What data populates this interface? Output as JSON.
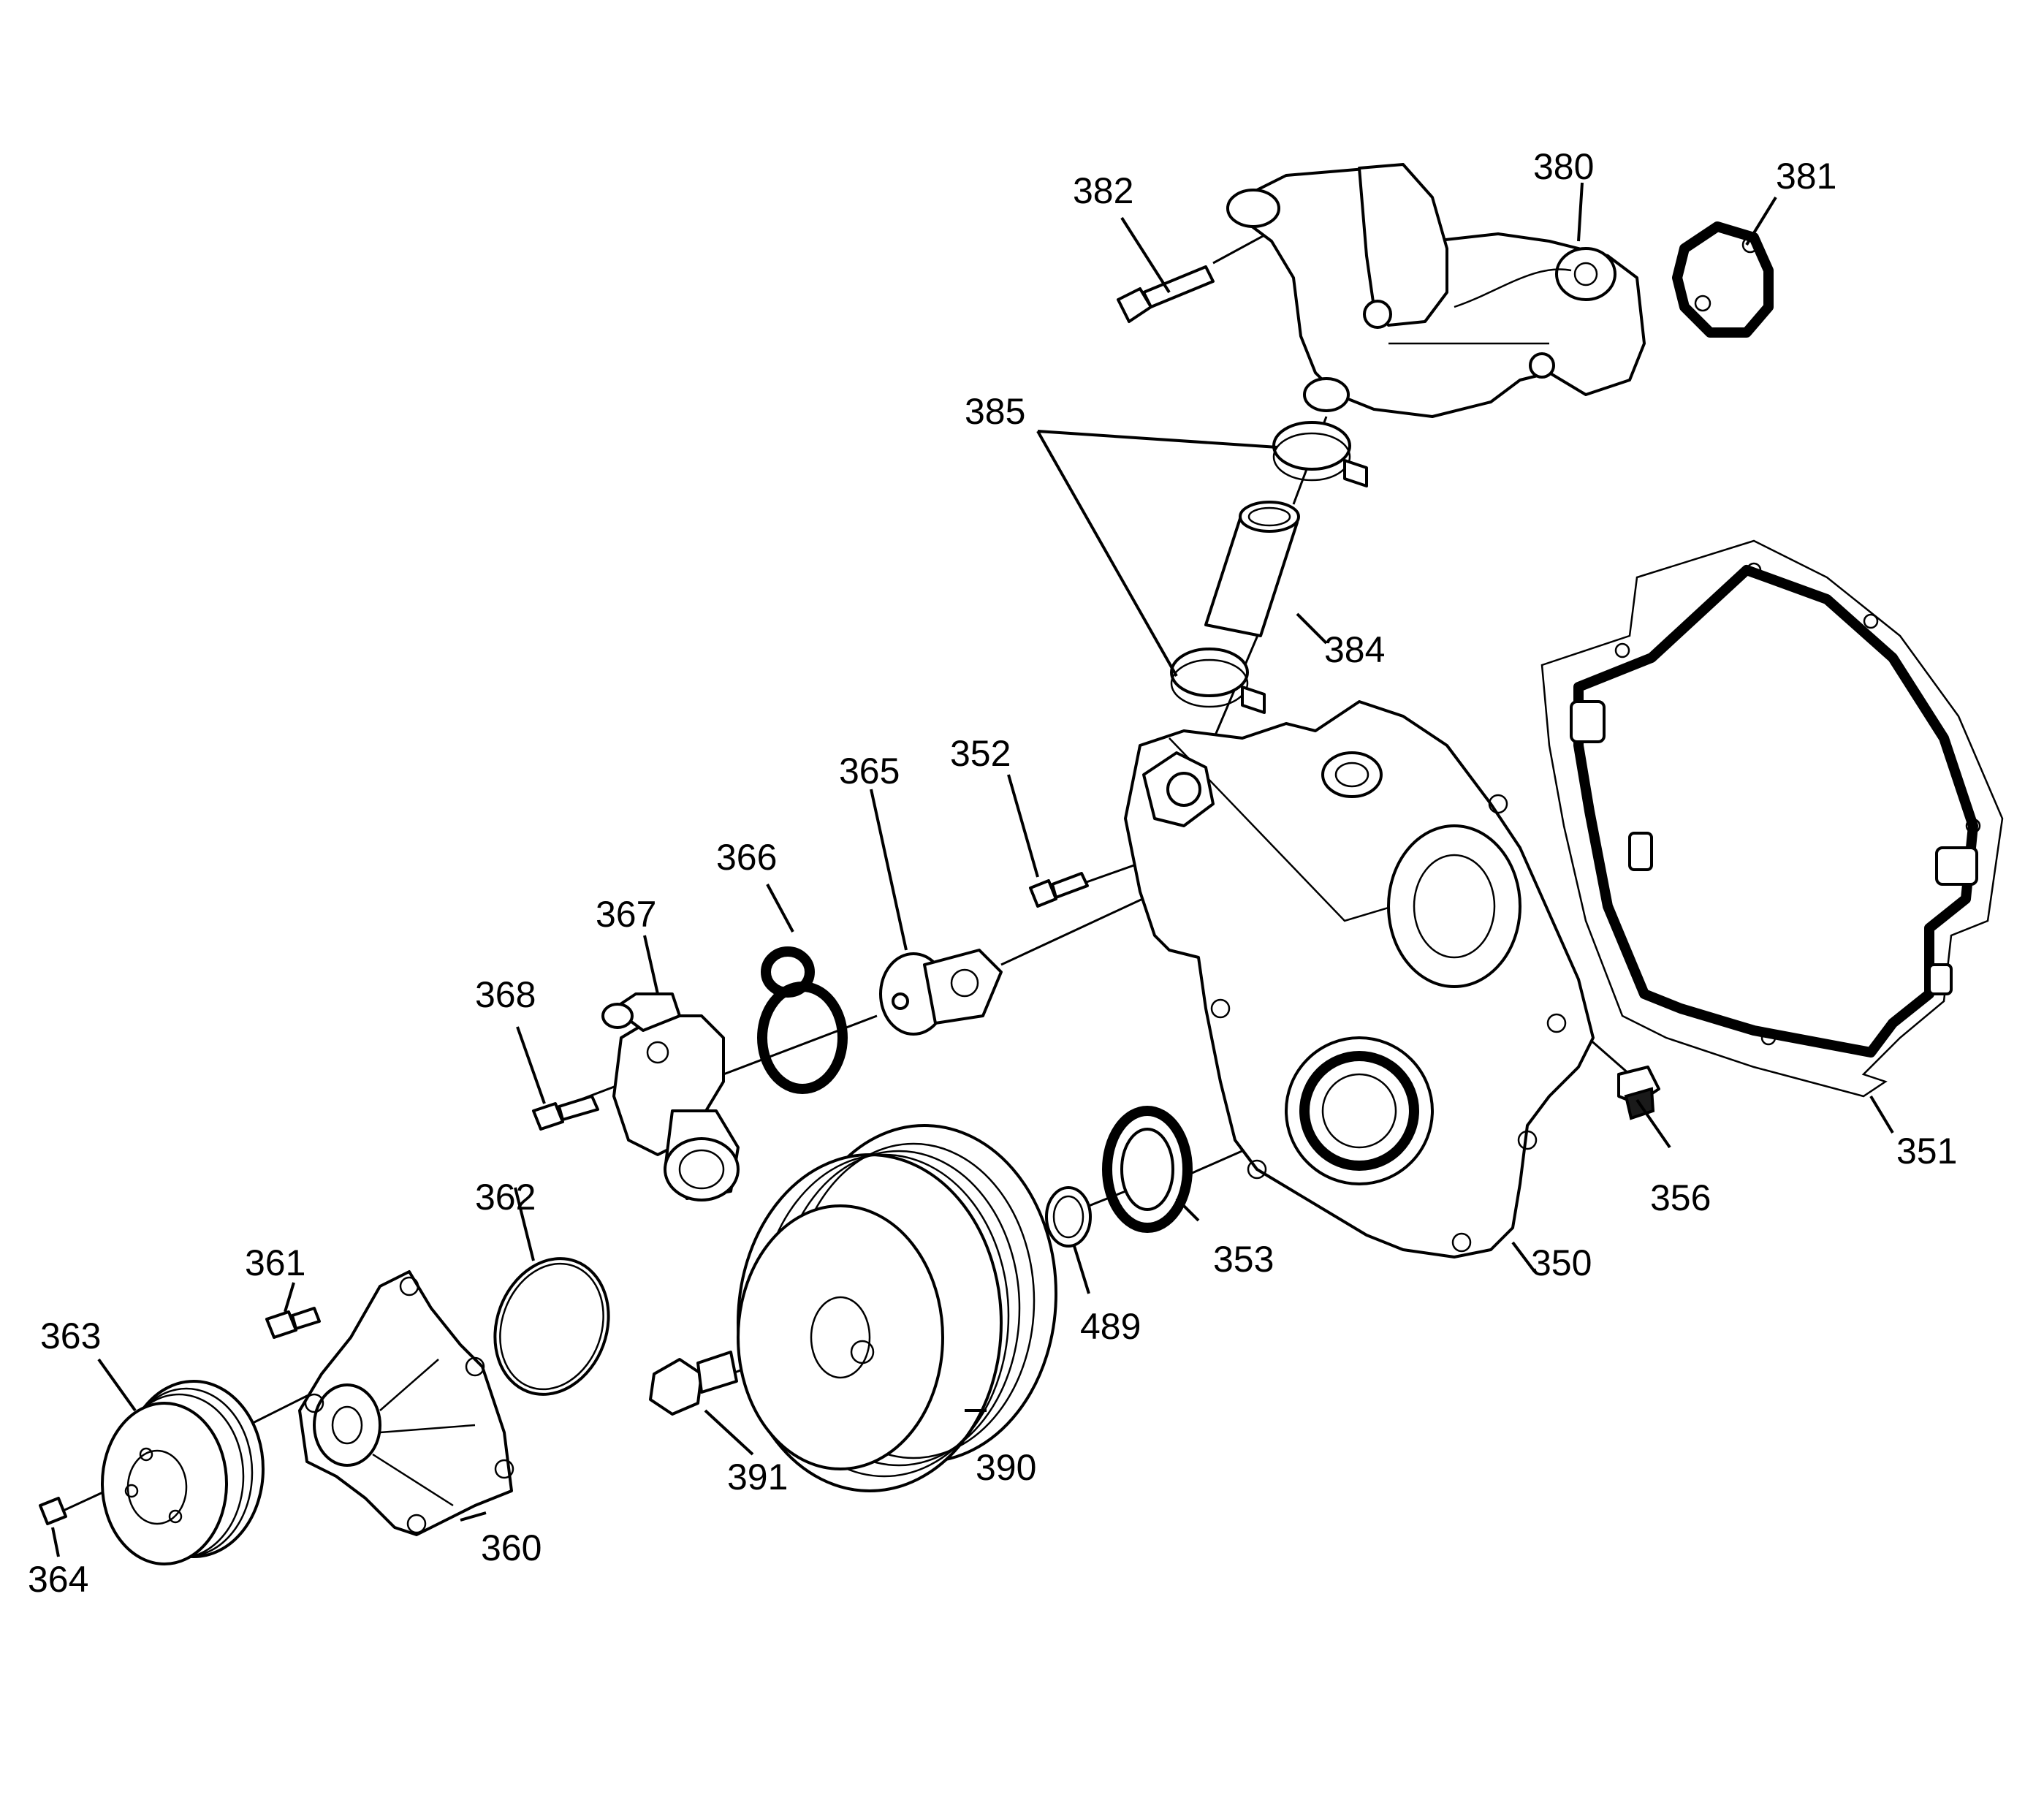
{
  "callouts": {
    "c350": "350",
    "c351": "351",
    "c352": "352",
    "c353": "353",
    "c356": "356",
    "c360": "360",
    "c361": "361",
    "c362": "362",
    "c363": "363",
    "c364": "364",
    "c365": "365",
    "c366": "366",
    "c367": "367",
    "c368": "368",
    "c380": "380",
    "c381": "381",
    "c382": "382",
    "c384": "384",
    "c385": "385",
    "c389": "489",
    "c390": "390",
    "c391": "391"
  }
}
